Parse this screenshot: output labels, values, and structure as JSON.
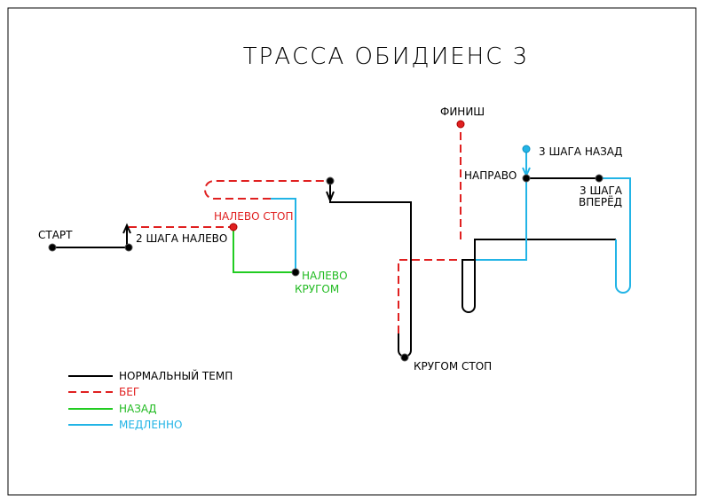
{
  "title": "ТРАССА  ОБИДИЕНС 3",
  "labels": {
    "start": "СТАРТ",
    "two_steps_left": "2 ШАГА НАЛЕВО",
    "left_stop": "НАЛЕВО СТОП",
    "left_turn_line1": "НАЛЕВО",
    "left_turn_line2": "КРУГОМ",
    "about_turn_stop": "КРУГОМ СТОП",
    "finish": "ФИНИШ",
    "right": "НАПРАВО",
    "three_steps_back": "3 ШАГА НАЗАД",
    "three_steps_fwd_line1": "3 ШАГА",
    "three_steps_fwd_line2": "ВПЕРЁД"
  },
  "legend": [
    {
      "label": "НОРМАЛЬНЫЙ ТЕМП",
      "color": "#000000",
      "style": "solid"
    },
    {
      "label": "БЕГ",
      "color": "#e02020",
      "style": "dashed"
    },
    {
      "label": "НАЗАД",
      "color": "#22cc22",
      "style": "solid"
    },
    {
      "label": "МЕДЛЕННО",
      "color": "#22b4e6",
      "style": "solid"
    }
  ],
  "colors": {
    "normal": "#000000",
    "run": "#e02020",
    "back": "#22cc22",
    "slow": "#22b4e6",
    "label_red": "#e02020",
    "label_green": "#22bb22"
  }
}
